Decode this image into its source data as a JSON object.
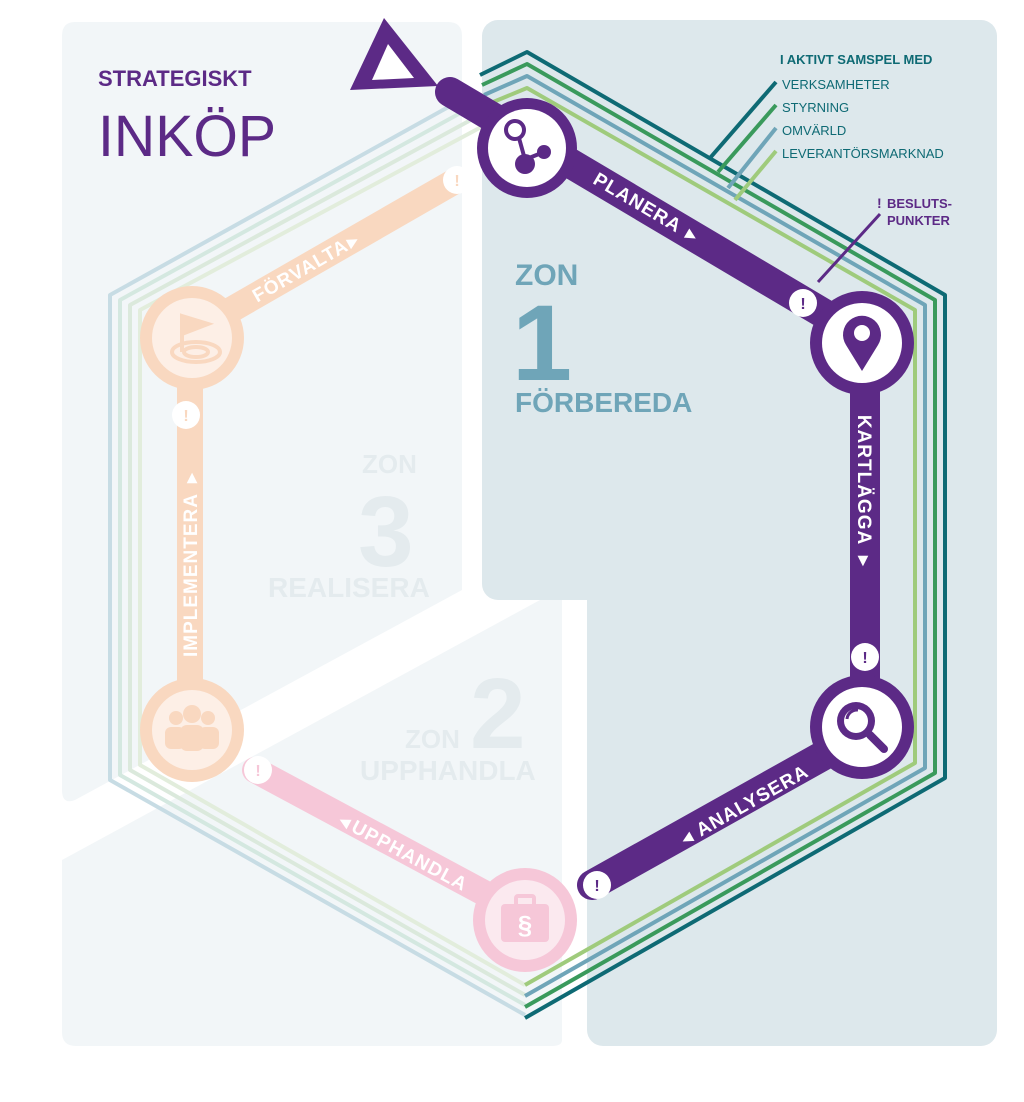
{
  "title": {
    "line1": "STRATEGISKT",
    "line2": "INKÖP"
  },
  "legend": {
    "heading": "I AKTIVT SAMSPEL MED",
    "items": [
      "VERKSAMHETER",
      "STYRNING",
      "OMVÄRLD",
      "LEVERANTÖRSMARKNAD"
    ],
    "colors": [
      "#0e6a74",
      "#3a9a5c",
      "#6fa5b8",
      "#9fcb7c"
    ]
  },
  "decision_points": {
    "symbol": "!",
    "line1": "BESLUTS-",
    "line2": "PUNKTER"
  },
  "zones": [
    {
      "zon_label": "ZON",
      "number": "1",
      "name": "FÖRBEREDA"
    },
    {
      "zon_label": "ZON",
      "number": "2",
      "name": "UPPHANDLA"
    },
    {
      "zon_label": "ZON",
      "number": "3",
      "name": "REALISERA"
    }
  ],
  "steps": [
    {
      "label": "PLANERA",
      "icon": "network-icon"
    },
    {
      "label": "KARTLÄGGA",
      "icon": "map-pin-icon"
    },
    {
      "label": "ANALYSERA",
      "icon": "magnifier-icon"
    },
    {
      "label": "UPPHANDLA",
      "icon": "briefcase-paragraph-icon"
    },
    {
      "label": "IMPLEMENTERA",
      "icon": "people-icon"
    },
    {
      "label": "FÖRVALTA",
      "icon": "flag-target-icon"
    }
  ],
  "colors": {
    "purple": "#5c2a86",
    "zone1_bg": "#dde8ec",
    "zone_light_bg": "#f2f6f8",
    "zone1_text": "#6fa5b8",
    "zone_faded_text": "#e4ebee",
    "orange_faded": "#f9d8c0",
    "pink_faded": "#f6c7d8"
  }
}
